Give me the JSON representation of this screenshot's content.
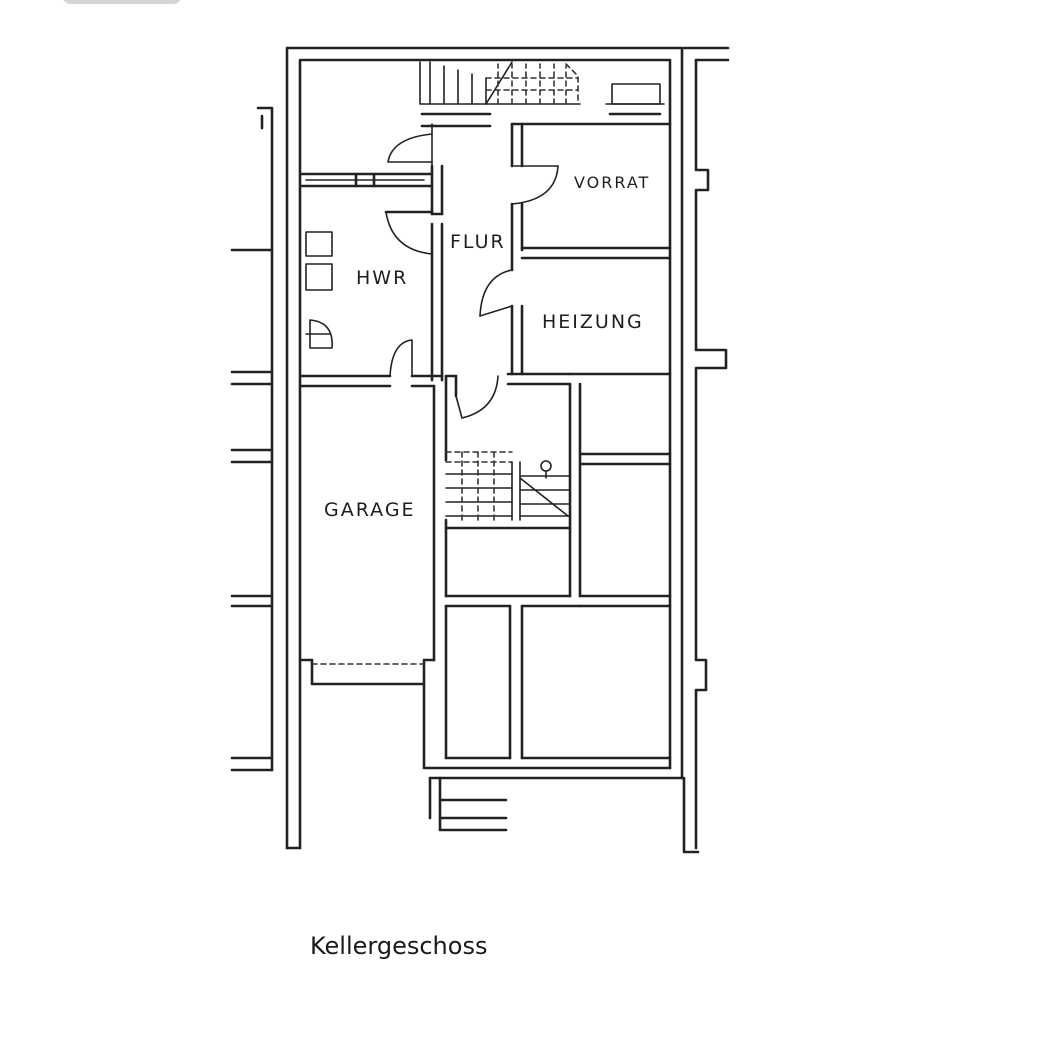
{
  "caption": "Kellergeschoss",
  "rooms": {
    "vorrat": "VORRAT",
    "flur": "FLUR",
    "hwr": "HWR",
    "heizung": "HEIZUNG",
    "garage": "GARAGE"
  },
  "colors": {
    "ink": "#222222",
    "paper": "#ffffff",
    "tab": "#d4d4d4"
  }
}
